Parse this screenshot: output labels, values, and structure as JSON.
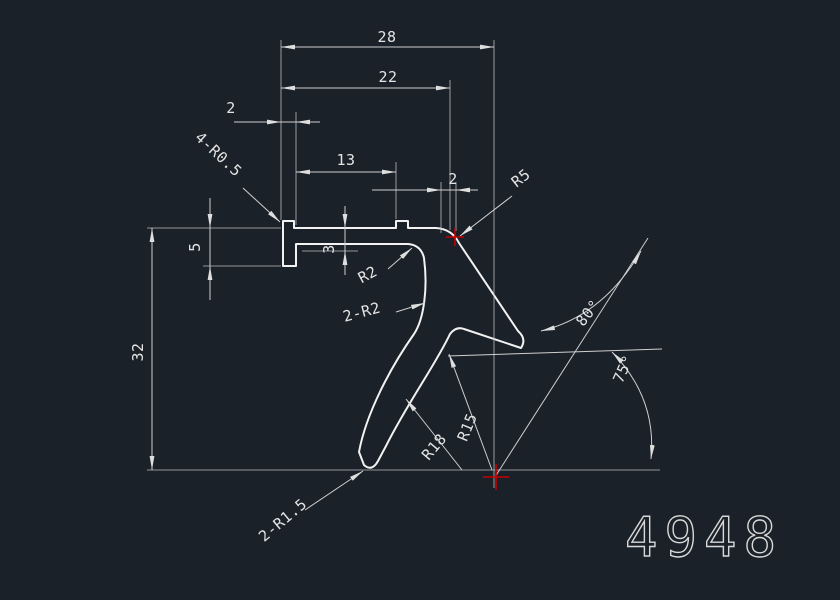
{
  "canvas": {
    "background_color": "#1a2128",
    "line_color": "#e4e4e4",
    "accent_red": "#c40000"
  },
  "labels": {
    "dim_28": "28",
    "dim_22": "22",
    "dim_2_left": "2",
    "dim_13": "13",
    "dim_2_right": "2",
    "radius_top_left": "4-R0.5",
    "dim_5": "5",
    "dim_3": "3",
    "radius_r2": "R2",
    "radius_2_r2": "2-R2",
    "dim_32": "32",
    "radius_r5": "R5",
    "angle_80": "80°",
    "angle_75": "75°",
    "radius_r15": "R15",
    "radius_r18": "R18",
    "radius_2_r15": "2-R1.5",
    "part_number": "4948"
  }
}
